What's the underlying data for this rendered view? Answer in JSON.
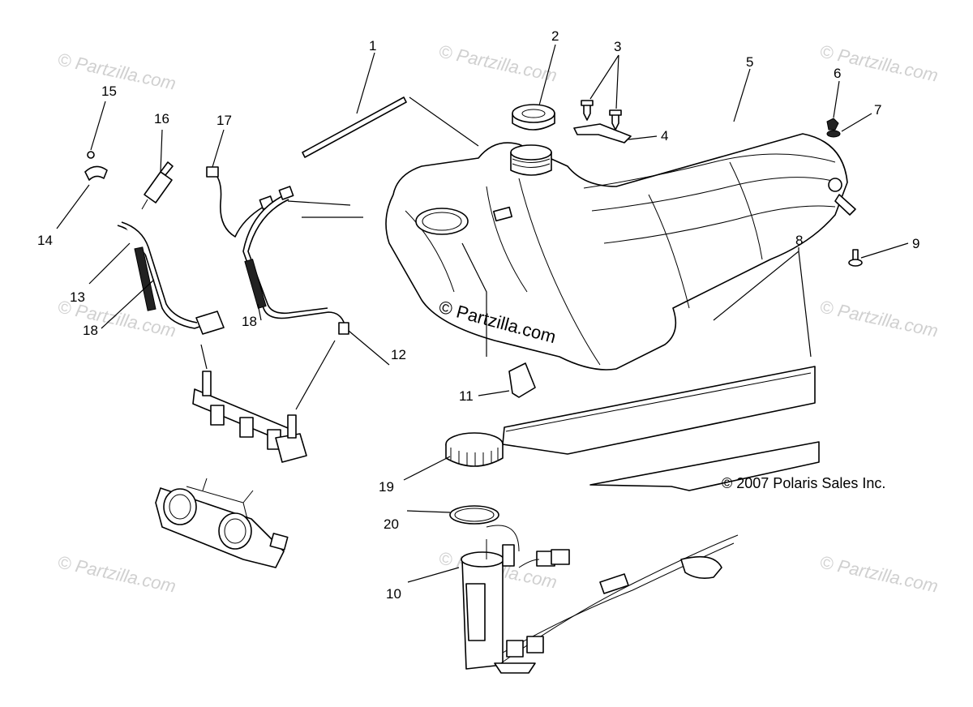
{
  "callouts": {
    "c1": "1",
    "c2": "2",
    "c3": "3",
    "c4": "4",
    "c5": "5",
    "c6": "6",
    "c7": "7",
    "c8": "8",
    "c9": "9",
    "c10": "10",
    "c11": "11",
    "c12": "12",
    "c13": "13",
    "c14": "14",
    "c15": "15",
    "c16": "16",
    "c17": "17",
    "c18a": "18",
    "c18b": "18",
    "c19": "19",
    "c20": "20"
  },
  "watermark": "© Partzilla.com",
  "center_watermark": "© Partzilla.com",
  "copyright": "© 2007 Polaris Sales Inc."
}
